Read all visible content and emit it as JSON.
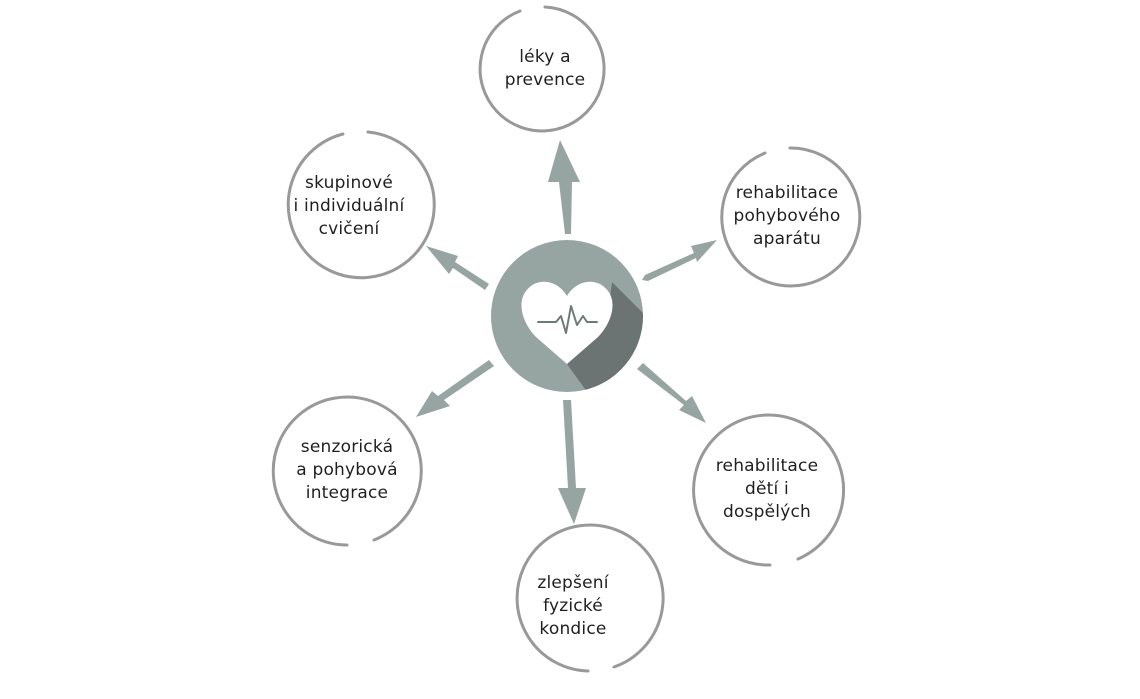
{
  "diagram": {
    "center": {
      "icon": "heart-with-ekg-icon",
      "circle_color": "#97a5a2",
      "shadow_color": "#6b7473",
      "heart_color": "#ffffff",
      "pulse_color": "#6f7a78"
    },
    "colors": {
      "arrow": "#97a5a2",
      "node_border": "#999999",
      "node_fill": "#ffffff",
      "text": "#1f1f1f"
    },
    "nodes": [
      {
        "id": "leky-a-prevence",
        "label": "léky a\nprevence"
      },
      {
        "id": "rehabilitace-pohyboveho-aparatu",
        "label": "rehabilitace\npohybového\naparátu"
      },
      {
        "id": "rehabilitace-deti-i-dospelych",
        "label": "rehabilitace\ndětí i\ndospělých"
      },
      {
        "id": "zlepseni-fyzicke-kondice",
        "label": "zlepšení\nfyzické\nkondice"
      },
      {
        "id": "senzoricka-a-pohybova-integrace",
        "label": "senzorická\na pohybová\nintegrace"
      },
      {
        "id": "skupinove-i-individualni-cviceni",
        "label": "skupinové\ni individuální\ncvičení"
      }
    ]
  }
}
